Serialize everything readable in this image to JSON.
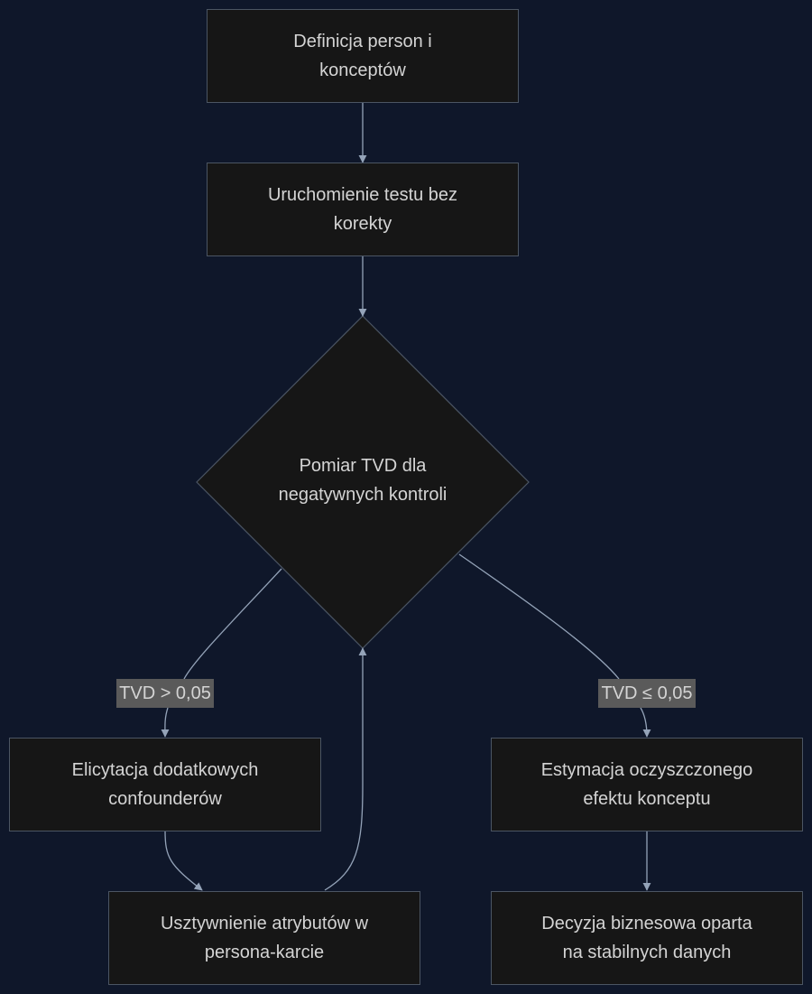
{
  "diagram": {
    "nodes": {
      "definition": {
        "line1": "Definicja person i",
        "line2": "konceptów"
      },
      "run_test": {
        "line1": "Uruchomienie testu bez",
        "line2": "korekty"
      },
      "tvd_measure": {
        "line1": "Pomiar TVD dla",
        "line2": "negatywnych kontroli"
      },
      "elicitation": {
        "line1": "Elicytacja dodatkowych",
        "line2": "confounderów"
      },
      "estimation": {
        "line1": "Estymacja oczyszczonego",
        "line2": "efektu konceptu"
      },
      "stiffening": {
        "line1": "Usztywnienie atrybutów w",
        "line2": "persona-karcie"
      },
      "decision": {
        "line1": "Decyzja biznesowa oparta",
        "line2": "na stabilnych danych"
      }
    },
    "edge_labels": {
      "high": "TVD > 0,05",
      "low": "TVD ≤ 0,05"
    },
    "colors": {
      "background": "#0f172a",
      "node_fill": "#161616",
      "node_border": "#4b5563",
      "text": "#d4d4d4",
      "edge": "#94a3b8",
      "edge_label_bg": "#5a5a5a"
    }
  }
}
